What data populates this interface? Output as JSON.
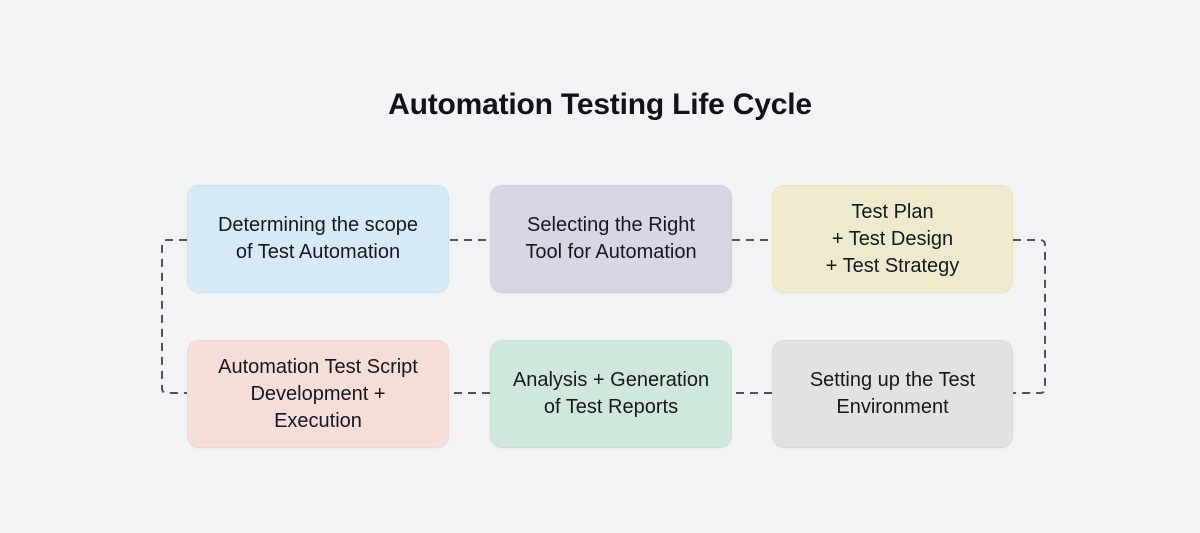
{
  "title": "Automation Testing Life Cycle",
  "theme": {
    "background": "#f2f3f5",
    "connector_color": "#4f5256",
    "title_color": "#101317",
    "text_color": "#15181d"
  },
  "boxes": [
    {
      "name": "determining-scope",
      "label": "Determining the scope\nof Test Automation",
      "fill": "#d4eaf6"
    },
    {
      "name": "selecting-tool",
      "label": "Selecting the Right\nTool for Automation",
      "fill": "#d8d6e4"
    },
    {
      "name": "test-plan",
      "label": "Test Plan\n+ Test Design\n+ Test Strategy",
      "fill": "#eeeacb"
    },
    {
      "name": "script-development",
      "label": "Automation Test Script\nDevelopment +\nExecution",
      "fill": "#f6ddd8"
    },
    {
      "name": "analysis-reports",
      "label": "Analysis + Generation\nof Test Reports",
      "fill": "#cfe8dc"
    },
    {
      "name": "setup-environment",
      "label": "Setting up the Test\nEnvironment",
      "fill": "#e2e2e2"
    }
  ]
}
